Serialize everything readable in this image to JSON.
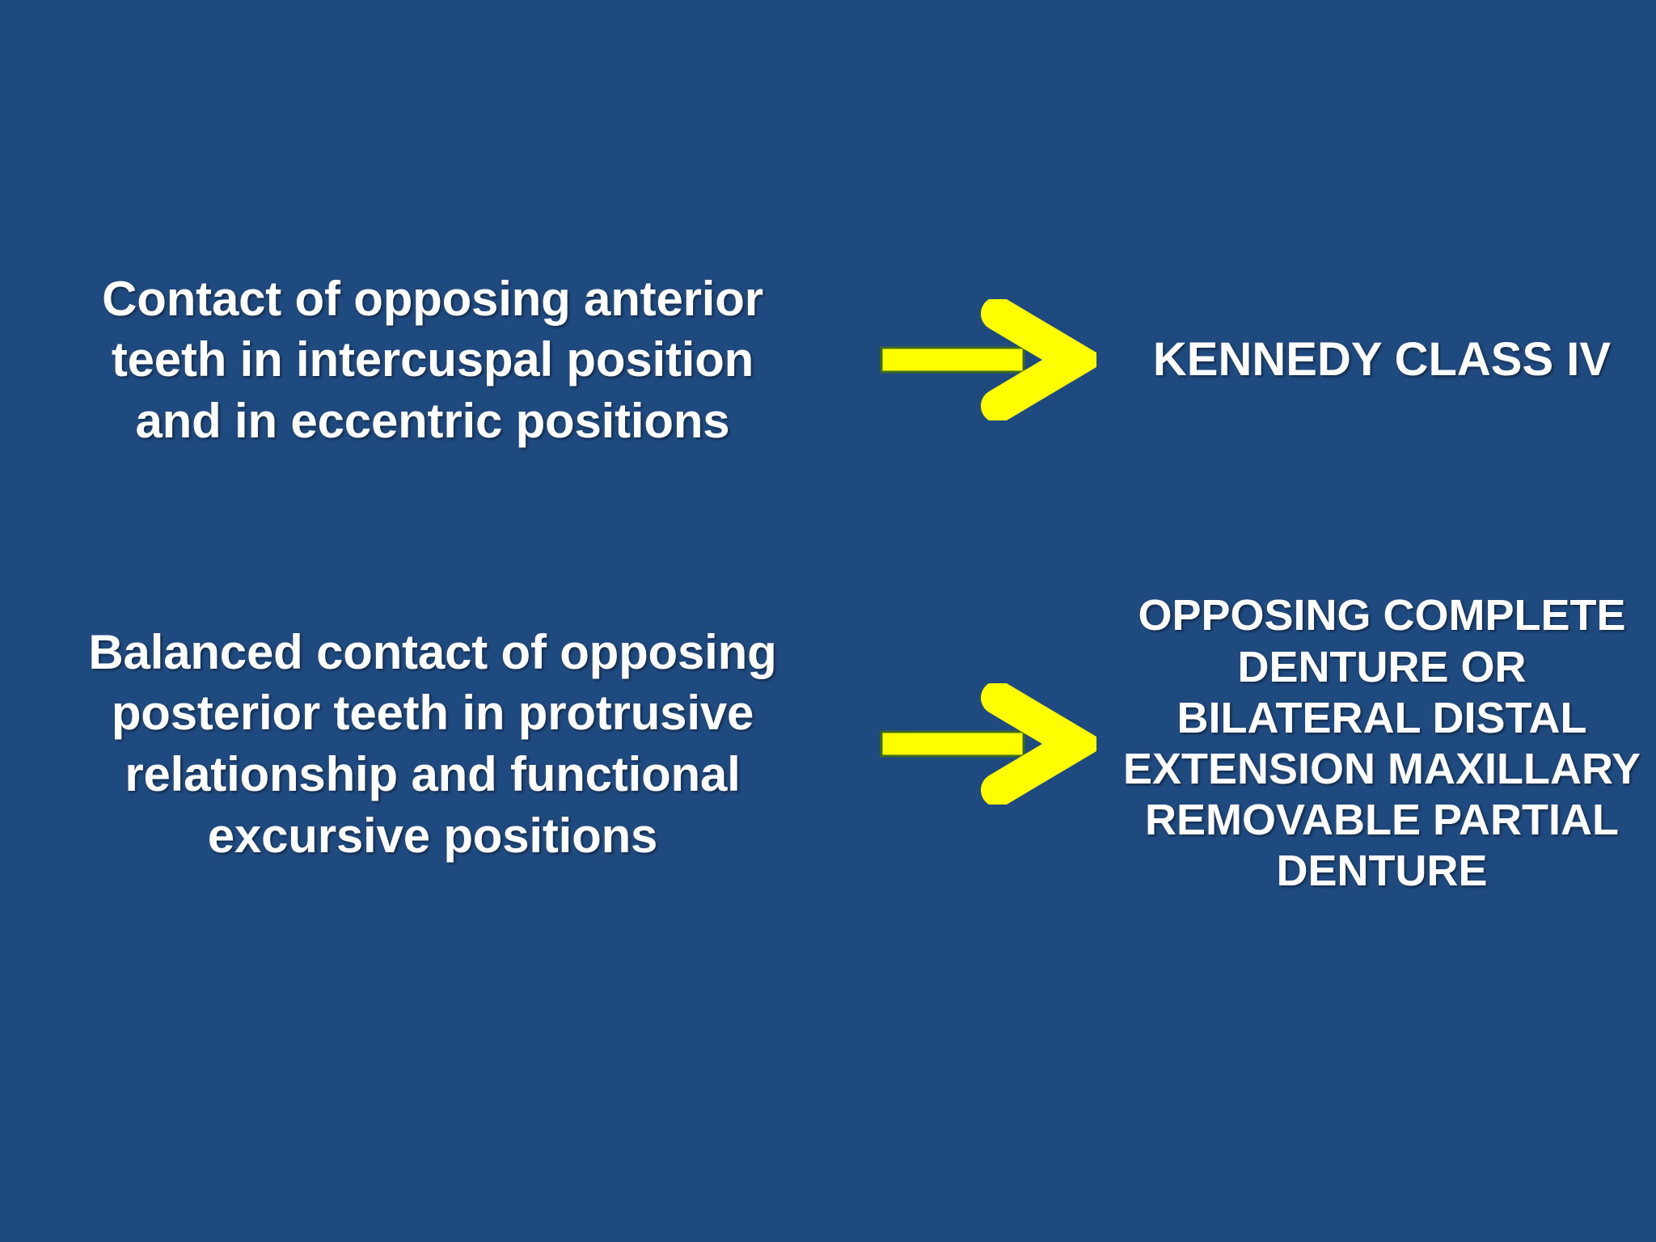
{
  "slide": {
    "background_color": "#1f4a80",
    "text_color": "#ffffff",
    "arrow_color": "#ffff00",
    "arrow_outline_color": "#3f6b1e"
  },
  "rows": [
    {
      "left_text": "Contact of opposing anterior\nteeth in intercuspal position\nand in eccentric positions",
      "arrow_icon": "right-arrow-icon",
      "right_text": "KENNEDY CLASS IV"
    },
    {
      "left_text": "Balanced contact of opposing\nposterior teeth in protrusive\nrelationship and functional\nexcursive positions",
      "arrow_icon": "right-arrow-icon",
      "right_text": "OPPOSING COMPLETE\nDENTURE OR\nBILATERAL DISTAL\nEXTENSION MAXILLARY\nREMOVABLE PARTIAL\nDENTURE"
    }
  ]
}
